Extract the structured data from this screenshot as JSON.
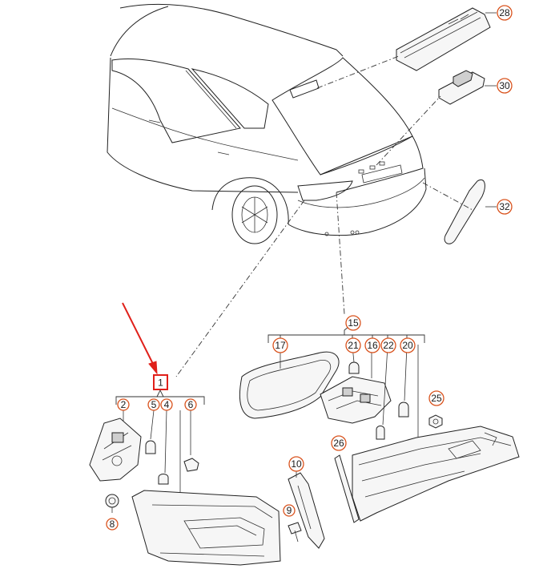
{
  "diagram": {
    "callouts": {
      "c1": "1",
      "c2": "2",
      "c4": "4",
      "c5": "5",
      "c6": "6",
      "c8": "8",
      "c9": "9",
      "c10": "10",
      "c15": "15",
      "c16": "16",
      "c17": "17",
      "c20": "20",
      "c21": "21",
      "c22": "22",
      "c25": "25",
      "c26": "26",
      "c28": "28",
      "c30": "30",
      "c32": "32"
    },
    "colors": {
      "accent": "#d9531e",
      "highlight": "#e0201a",
      "line": "#222222"
    }
  }
}
